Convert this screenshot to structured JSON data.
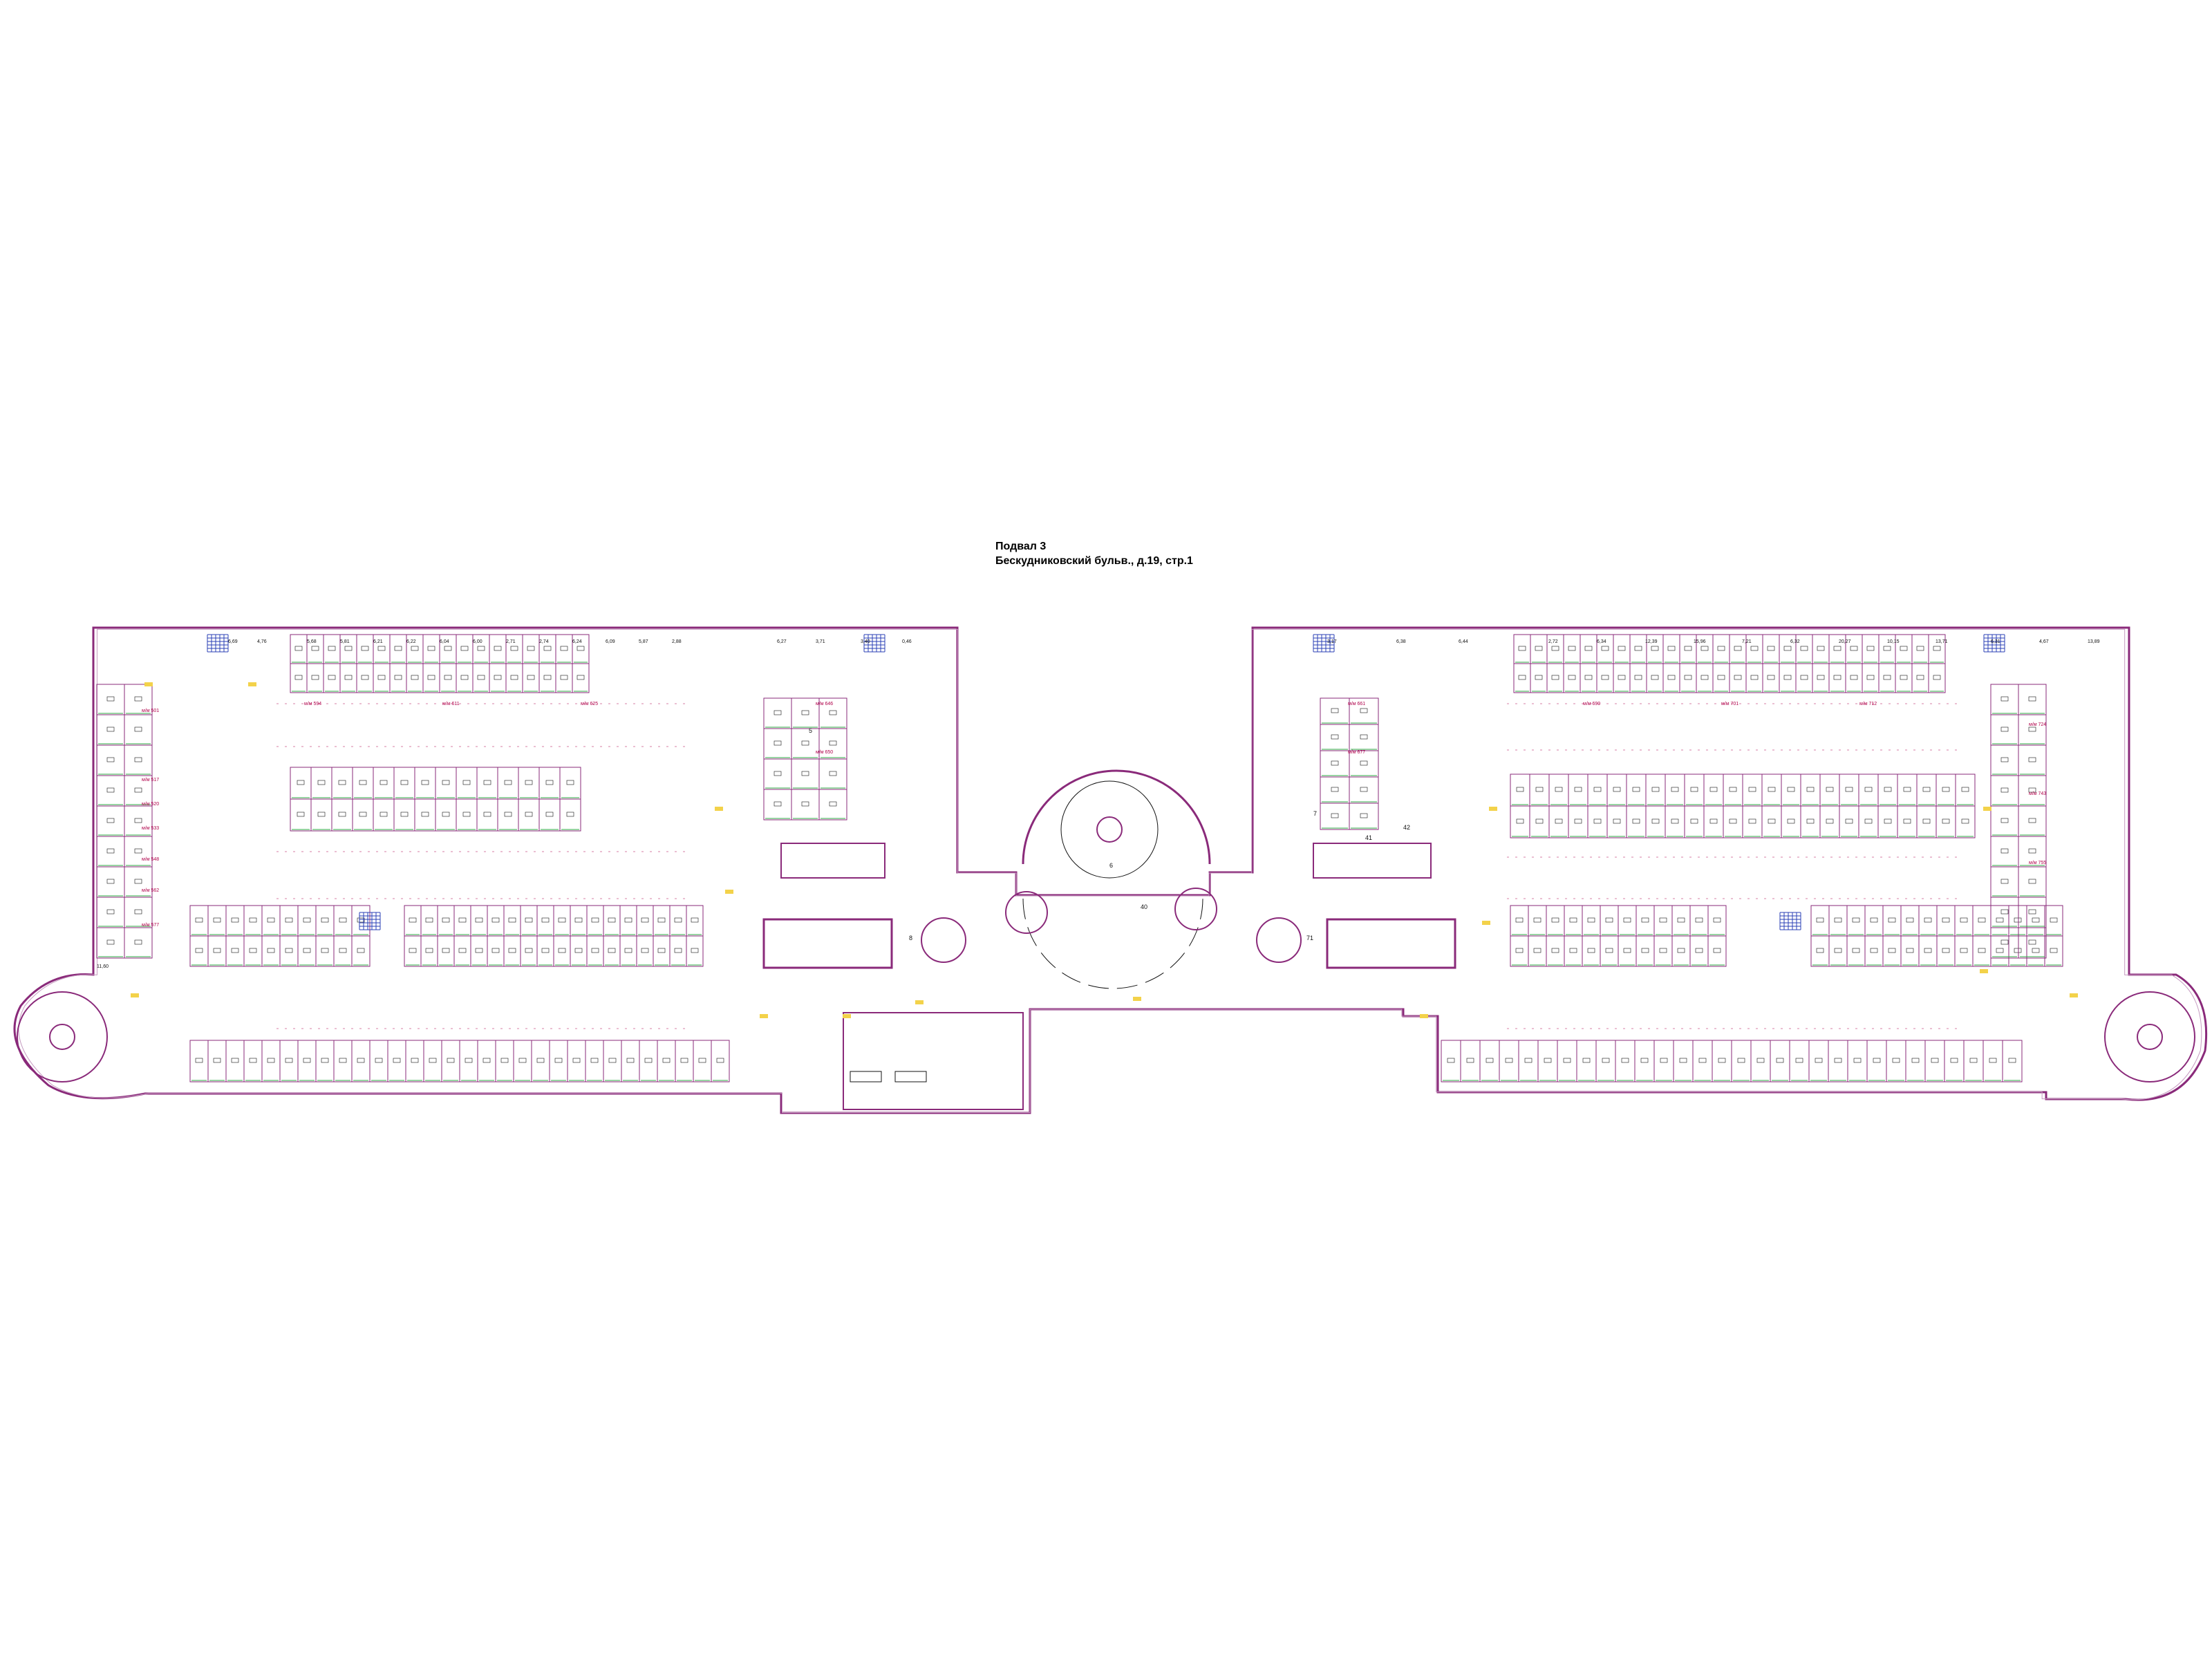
{
  "title": {
    "line1": "Подвал 3",
    "line2": "Бескудниковский бульв., д.19, стр.1"
  },
  "colors": {
    "wall": "#8a2a7a",
    "wall_light": "#c59ac0",
    "partition": "#2faa44",
    "door": "#f3d24a",
    "stair": "#2a3fb5",
    "annotation": "#b0004a",
    "text": "#111111"
  },
  "labels": {
    "rooms": [
      "6,69",
      "4,76",
      "5,68",
      "5,81",
      "6,21",
      "6,22",
      "6,04",
      "6,00",
      "2,71",
      "2,74",
      "6,24",
      "6,09",
      "5,87",
      "2,88",
      "6,27",
      "3,71",
      "3,40",
      "0,46",
      "3,17",
      "6,38",
      "6,44",
      "2,72",
      "6,34",
      "12,39",
      "15,96",
      "7,21",
      "6,32",
      "20,27",
      "10,15",
      "13,71",
      "6,31",
      "4,67",
      "13,89",
      "11,60"
    ],
    "rooms_large": [
      "5",
      "6",
      "7",
      "8",
      "71",
      "40",
      "41",
      "42"
    ],
    "places": [
      "м/м 501",
      "м/м 517",
      "м/м 520",
      "м/м 533",
      "м/м 548",
      "м/м 562",
      "м/м 577",
      "м/м 594",
      "м/м 611",
      "м/м 625",
      "м/м 646",
      "м/м 650",
      "м/м 661",
      "м/м 677",
      "м/м 690",
      "м/м 701",
      "м/м 712",
      "м/м 724",
      "м/м 743",
      "м/м 755"
    ]
  }
}
